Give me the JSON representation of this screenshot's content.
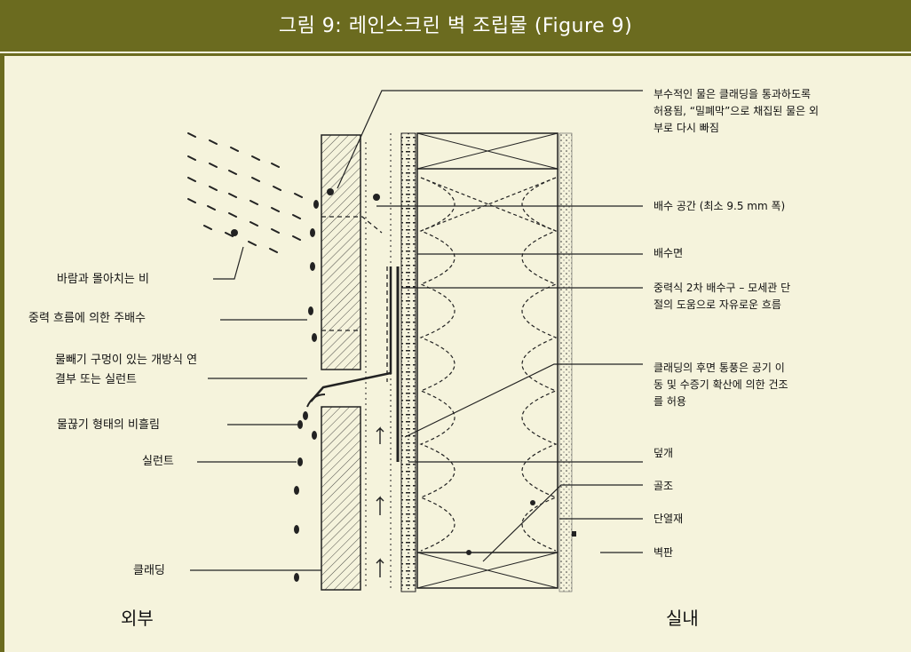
{
  "title": "그림 9: 레인스크린 벽 조립물 (Figure 9)",
  "colors": {
    "header": "#6b6b1f",
    "background": "#f5f3dc",
    "line": "#111111"
  },
  "labels_left": {
    "wind_rain": "바람과 몰아치는 비",
    "primary_drainage": "중력 흐름에 의한 주배수",
    "open_joint_line1": "물빼기 구멍이 있는 개방식 연",
    "open_joint_line2": "결부 또는 실런트",
    "drip_edge": "물끊기 형태의 비흘림",
    "sealant": "실런트",
    "cladding": "클래딩"
  },
  "labels_right": {
    "incidental_water_line1": "부수적인 물은 클래딩을 통과하도록",
    "incidental_water_line2": "허용됨, “밀폐막”으로 채집된 물은 외",
    "incidental_water_line3": "부로 다시 빠짐",
    "drainage_space": "배수 공간 (최소 9.5 mm 폭)",
    "drainage_plane": "배수면",
    "secondary_drainage_line1": "중력식 2차 배수구 – 모세관 단",
    "secondary_drainage_line2": "절의 도움으로 자유로운 흐름",
    "ventilation_line1": "클래딩의 후면 통풍은 공기 이",
    "ventilation_line2": "동 및 수증기 확산에 의한 건조",
    "ventilation_line3": "를 허용",
    "sheathing": "덮개",
    "framing": "골조",
    "insulation": "단열재",
    "wall_board": "벽판"
  },
  "sides": {
    "exterior": "외부",
    "interior": "실내"
  }
}
